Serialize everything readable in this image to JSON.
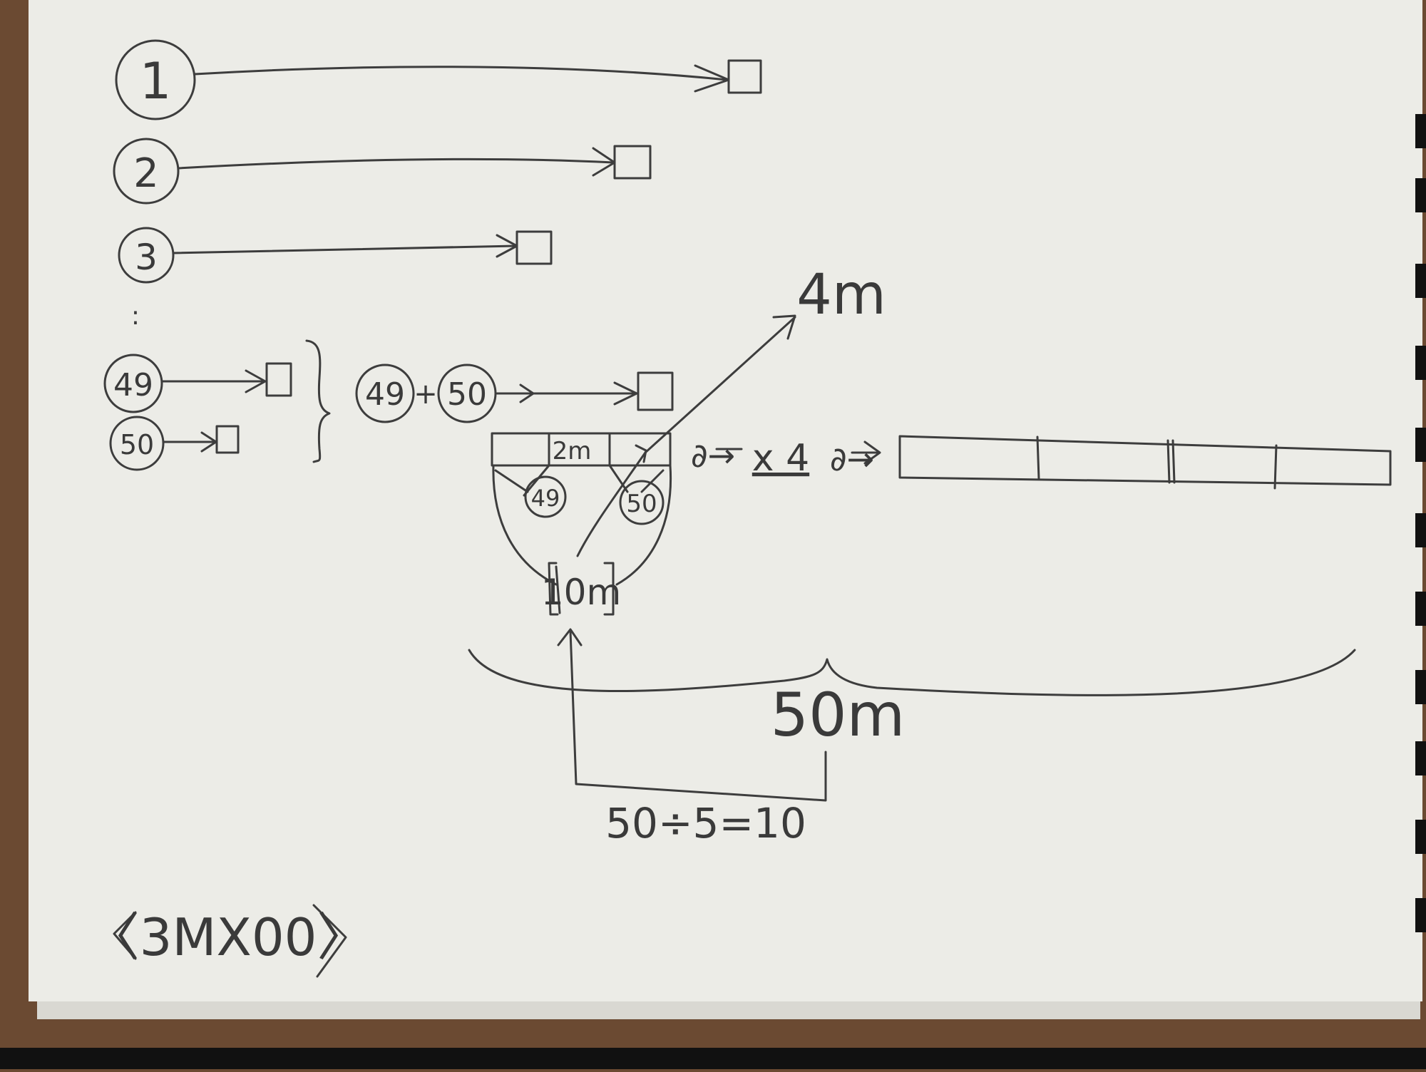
{
  "colors": {
    "paper": "#ecece7",
    "paper_shadow": "#d9d8d2",
    "desk": "#6b4a32",
    "pencil": "#3d3d3d",
    "binding": "#111111"
  },
  "sequence": [
    {
      "label": "1"
    },
    {
      "label": "2"
    },
    {
      "label": "3"
    },
    {
      "label": "49"
    },
    {
      "label": "50"
    }
  ],
  "ellipsis": ":",
  "combined": {
    "a": "49",
    "plus": "+",
    "b": "50"
  },
  "cup": {
    "top_label": "2m",
    "left_label": "49",
    "right_label": "50",
    "bottom_label": "10m"
  },
  "output_label": "4m",
  "multiply": {
    "prefix": "∂→",
    "times": "x 4",
    "suffix": "∂→"
  },
  "brace_label": "50m",
  "division_label": "50÷5=10",
  "corner_note": "〈3MX00〉"
}
